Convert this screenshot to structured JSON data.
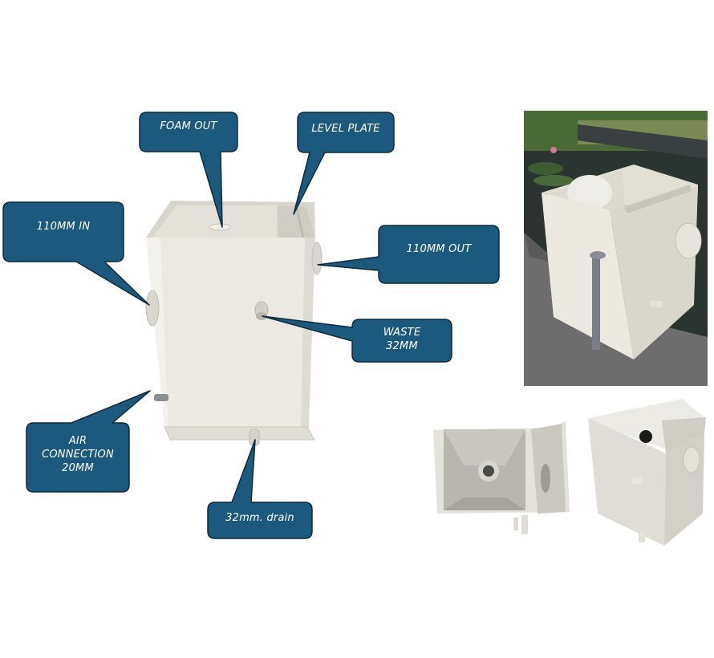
{
  "colors": {
    "callout_fill": "#1b5a7e",
    "callout_stroke": "#0d2b3c",
    "callout_text": "#ffffff",
    "product_body": "#e9e7e0",
    "product_shadow": "#cfcdc4",
    "background": "#ffffff"
  },
  "callouts": {
    "foam_out": "FOAM OUT",
    "level_plate": "LEVEL PLATE",
    "inlet": "110MM IN",
    "outlet": "110MM OUT",
    "waste_line1": "WASTE",
    "waste_line2": "32MM",
    "air_line1": "AIR",
    "air_line2": "CONNECTION",
    "air_line3": "20MM",
    "drain": "32mm. drain"
  },
  "images": {
    "main": "protein-skimmer-front-view",
    "pond": "skimmer-installed-at-pond",
    "top": "skimmer-top-view-open",
    "rear": "skimmer-rear-view"
  }
}
